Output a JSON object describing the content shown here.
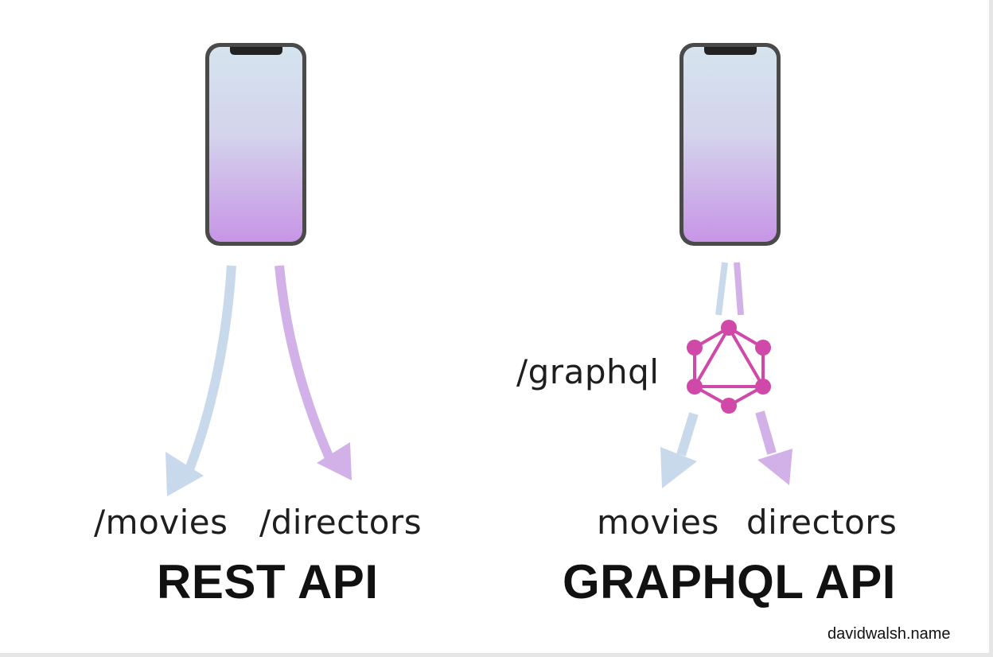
{
  "colors": {
    "blue_arrow": "#c9d9ec",
    "purple_arrow": "#d2b0e8",
    "graphql_logo": "#d049a8",
    "phone_frame": "#4a4a4a",
    "screen_top": "#d4e3ee",
    "screen_bottom": "#c99ae6"
  },
  "rest": {
    "left_path": "/movies",
    "right_path": "/directors",
    "title": "REST API"
  },
  "graphql": {
    "endpoint": "/graphql",
    "left_label": "movies",
    "right_label": "directors",
    "title": "GRAPHQL API",
    "logo_icon": "graphql-logo-icon"
  },
  "credit": "davidwalsh.name"
}
